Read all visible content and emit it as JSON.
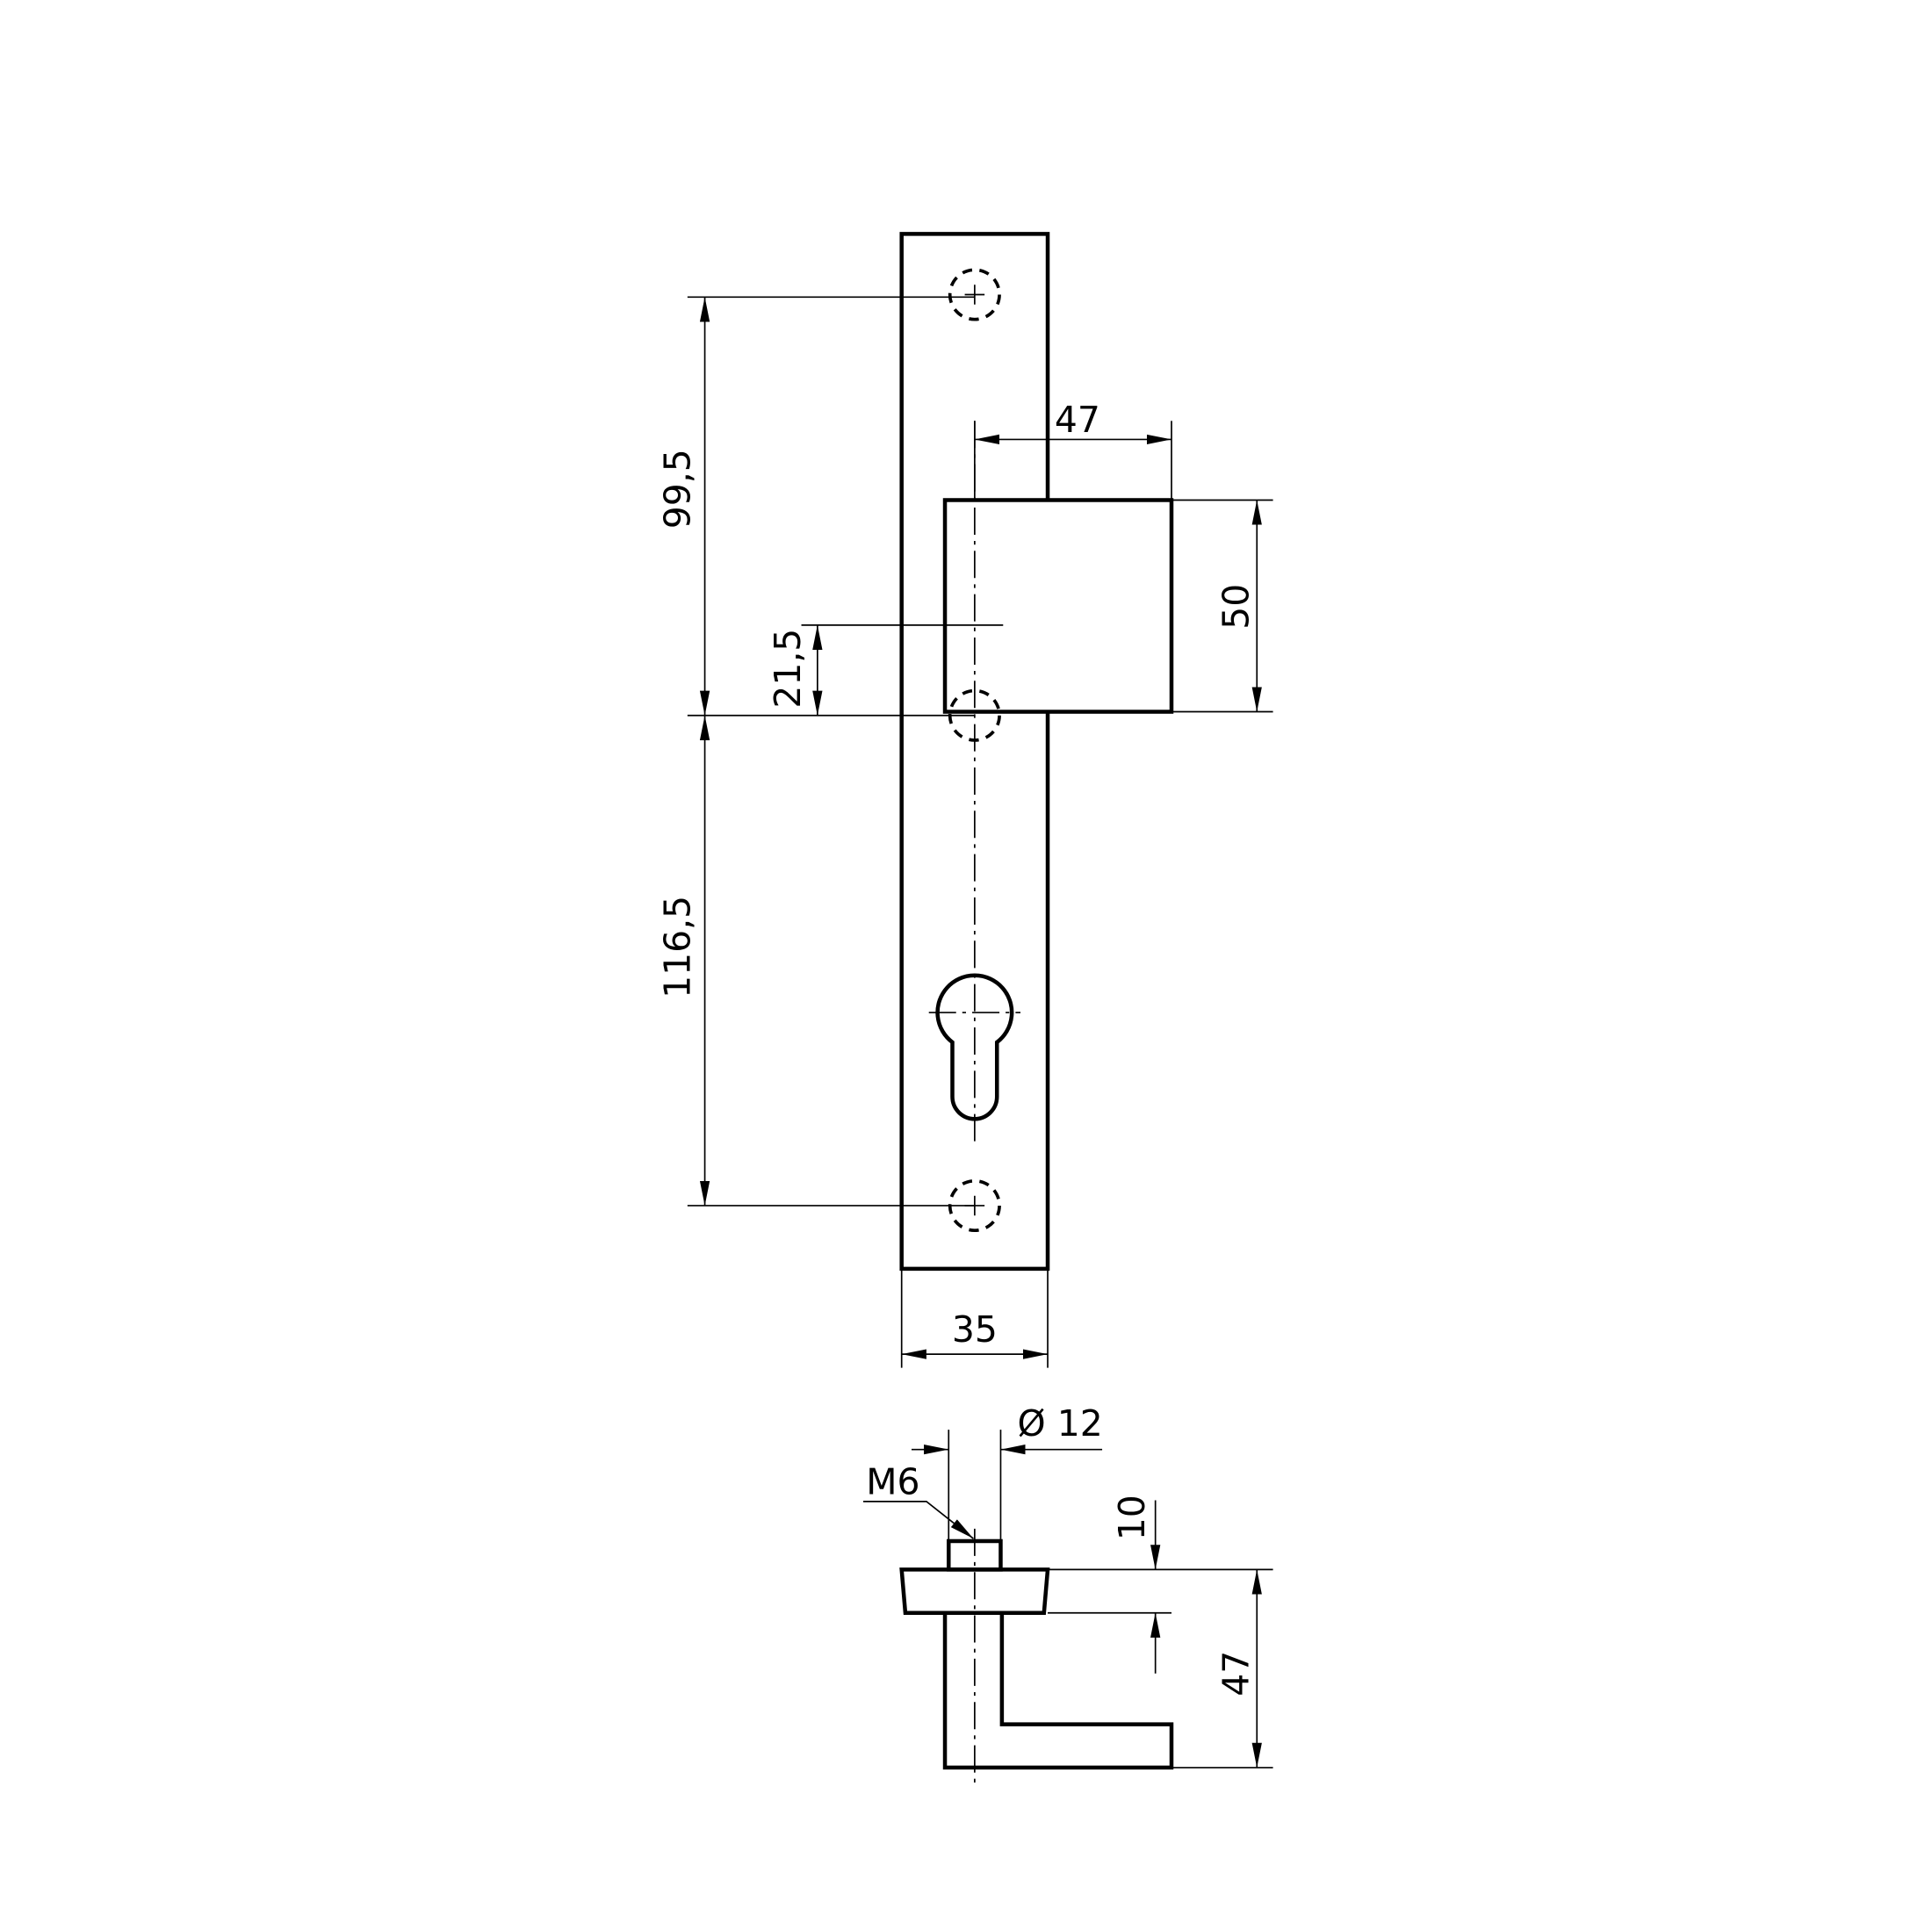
{
  "drawing": {
    "title": "Lock plate with lever handle - dimensioned drawing",
    "dimensions": {
      "hole_spacing_upper": "99,5",
      "hole_spacing_lower": "116,5",
      "handle_offset": "21,5",
      "rose_projection": "47",
      "rose_height": "50",
      "plate_width": "35",
      "spindle_diameter": "Ø 12",
      "thread": "M6",
      "rose_thickness": "10",
      "handle_projection": "47"
    },
    "colors": {
      "line": "#000000",
      "background": "#ffffff"
    }
  }
}
